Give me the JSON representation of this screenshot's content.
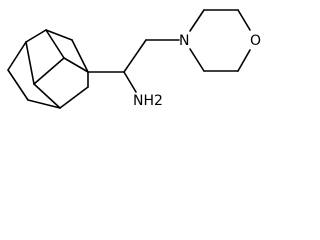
{
  "molecule": {
    "atom_labels": {
      "nitrogen_ring": "N",
      "oxygen_ring": "O",
      "amine": "NH2"
    },
    "line_color": "#000000",
    "background_color": "#ffffff"
  }
}
